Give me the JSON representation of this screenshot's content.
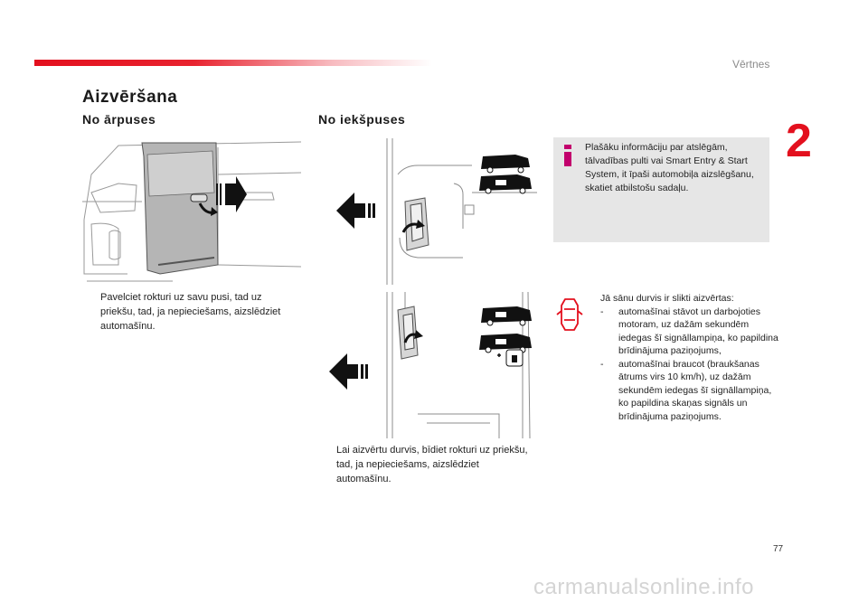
{
  "header": {
    "section": "Vērtnes",
    "chapter": "2"
  },
  "page_title": "Aizvēršana",
  "outside": {
    "subtitle": "No ārpuses",
    "step_text": "Pavelciet rokturi uz savu pusi, tad uz priekšu, tad, ja nepieciešams, aizslēdziet automašīnu."
  },
  "inside": {
    "subtitle": "No iekšpuses",
    "step_text": "Lai aizvērtu durvis, bīdiet rokturi uz priekšu, tad, ja nepieciešams, aizslēdziet automašīnu."
  },
  "info": {
    "icon": "info-icon",
    "text": "Plašāku informāciju par atslēgām, tālvadības pulti vai Smart Entry & Start System, it īpaši automobiļa aizslēgšanu, skatiet atbilstošu sadaļu."
  },
  "warning": {
    "icon": "open-door-warning-icon",
    "intro": "Jā sānu durvis ir slikti aizvērtas:",
    "items": [
      "automašīnai stāvot un darbojoties motoram, uz dažām sekundēm iedegas šī signāllampiņa, ko papildina brīdinājuma paziņojums,",
      "automašīnai braucot (braukšanas ātrums virs 10 km/h), uz dažām sekundēm iedegas šī signāllampiņa, ko papildina skaņas signāls un brīdinājuma paziņojums."
    ]
  },
  "bullet_glyph": "",
  "dash_glyph": "-",
  "page_number": "77",
  "footer": "carmanualsonline.info",
  "colors": {
    "accent": "#e3101e",
    "info_box": "#e6e6e6",
    "info_icon": "#c2006d"
  }
}
